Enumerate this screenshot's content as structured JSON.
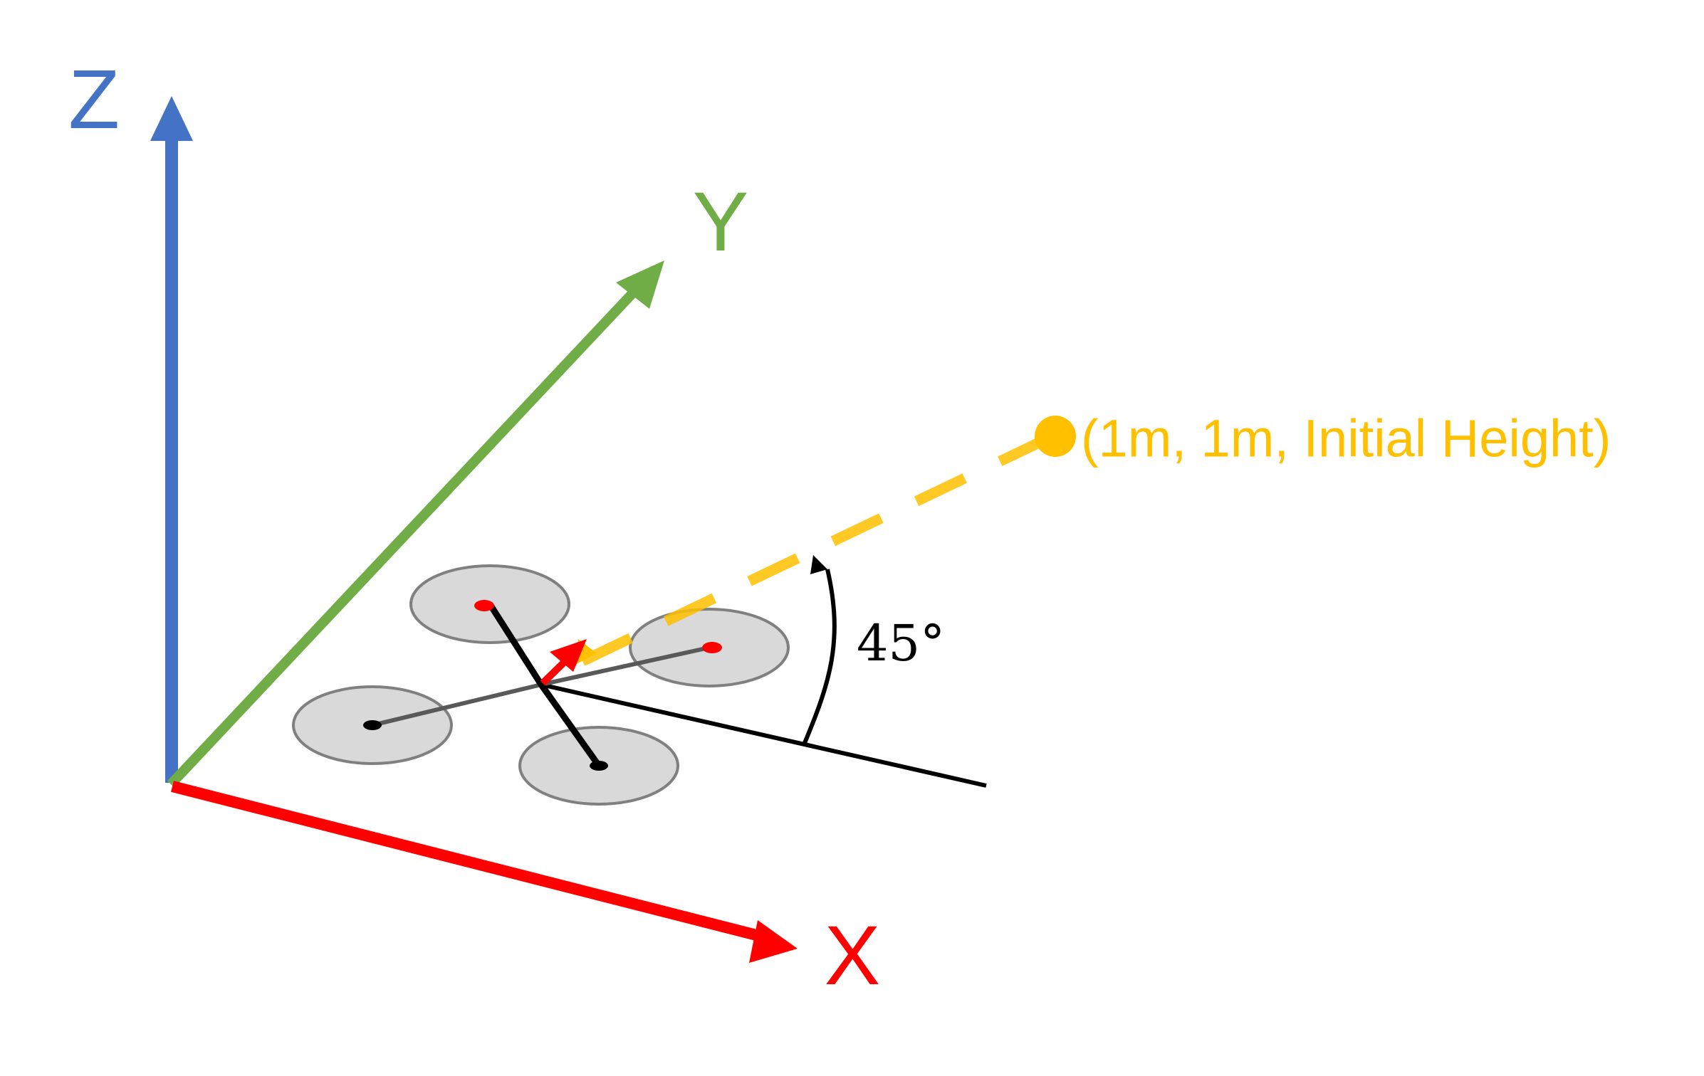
{
  "axes": {
    "x": {
      "label": "X",
      "color": "#ff0000"
    },
    "y": {
      "label": "Y",
      "color": "#70ad47"
    },
    "z": {
      "label": "Z",
      "color": "#4472c4"
    }
  },
  "target": {
    "label": "(1m, 1m, Initial Height)",
    "color": "#ffc000"
  },
  "angle": {
    "label": "45°"
  },
  "drone": {
    "rotor_fill": "#d9d9d9",
    "rotor_stroke": "#808080",
    "arm_color": "#595959",
    "front_motor_color": "#ff0000",
    "rear_motor_color": "#000000",
    "heading_arrow_color": "#ff0000"
  },
  "reference_line_color": "#000000"
}
